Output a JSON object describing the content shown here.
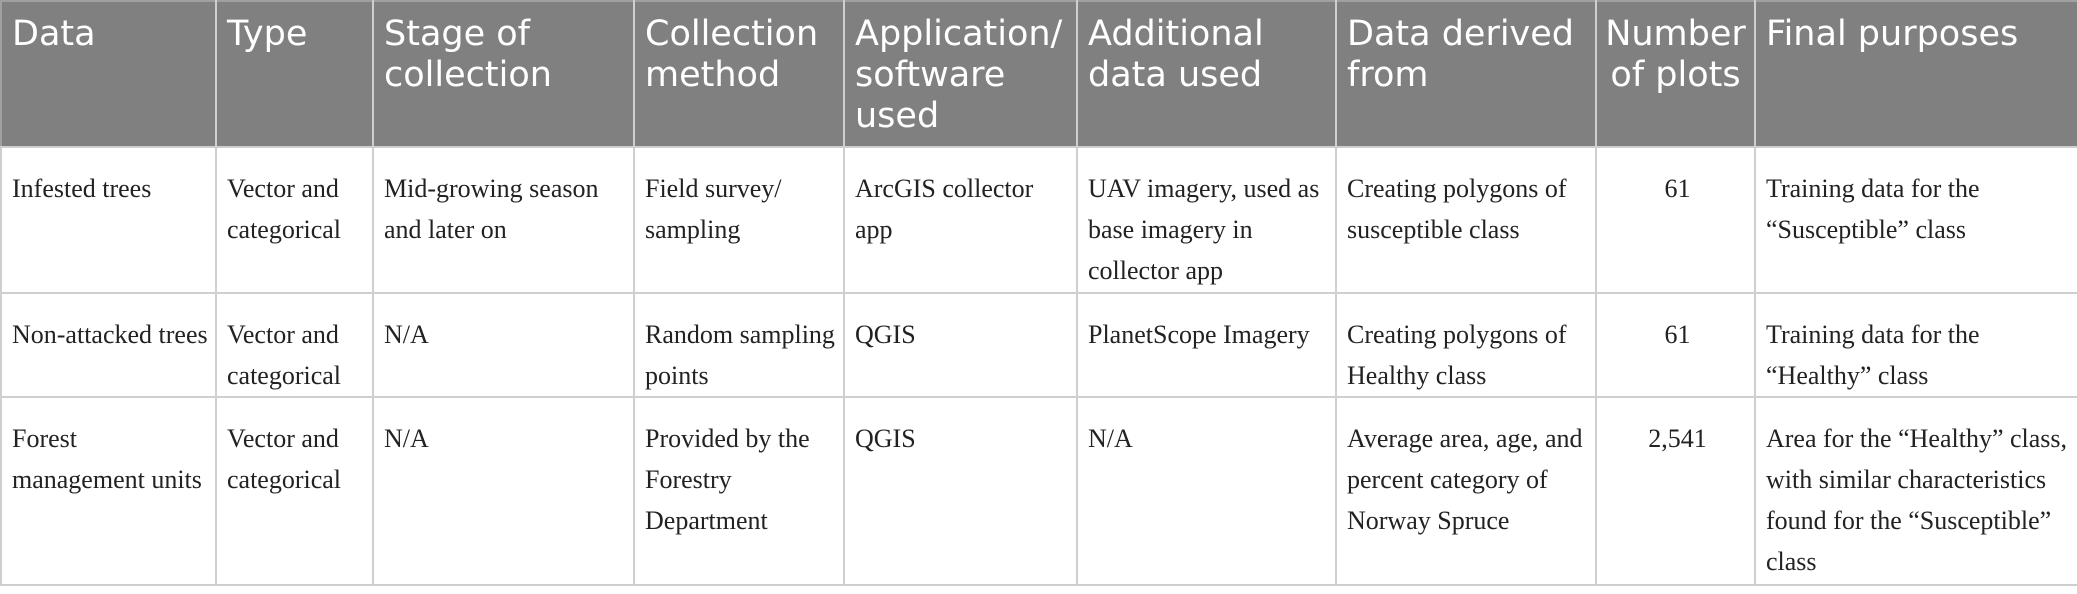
{
  "table": {
    "headers": [
      "Data",
      "Type",
      "Stage of collection",
      "Collection method",
      "Application/ software used",
      "Additional data used",
      "Data derived from",
      "Number of plots",
      "Final purposes"
    ],
    "rows": [
      [
        "Infested trees",
        "Vector and categorical",
        "Mid-growing season and later on",
        "Field survey/ sampling",
        "ArcGIS collector app",
        "UAV imagery, used as base imagery in collector app",
        "Creating polygons of susceptible class",
        "61",
        "Training data for the “Susceptible” class"
      ],
      [
        "Non-attacked trees",
        "Vector and categorical",
        "N/A",
        "Random sampling points",
        "QGIS",
        "PlanetScope Imagery",
        "Creating polygons of Healthy class",
        "61",
        "Training data for the “Healthy” class"
      ],
      [
        "Forest management units",
        "Vector and categorical",
        "N/A",
        "Provided by the Forestry Department",
        "QGIS",
        "N/A",
        "Average area, age, and percent category of Norway Spruce",
        "2,541",
        "Area for the “Healthy” class, with similar characteristics found for the “Susceptible” class"
      ]
    ]
  },
  "colors": {
    "header_background": "#808080",
    "header_text": "#ffffff",
    "grid_lines": "#cfcfcf",
    "body_text": "#222222"
  }
}
